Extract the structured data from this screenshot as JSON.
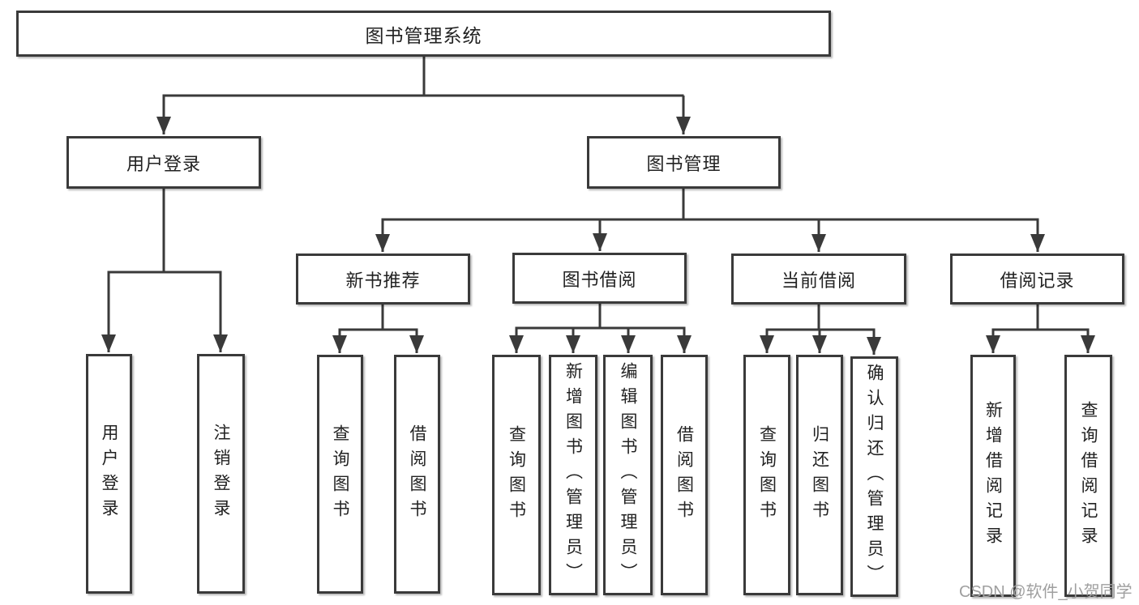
{
  "diagram": {
    "root": {
      "label": "图书管理系统"
    },
    "level2": [
      {
        "id": "user-login",
        "label": "用户登录"
      },
      {
        "id": "book-management",
        "label": "图书管理"
      }
    ],
    "level3": [
      {
        "id": "new-book-recommendation",
        "label": "新书推荐",
        "parent": "book-management"
      },
      {
        "id": "book-borrowing",
        "label": "图书借阅",
        "parent": "book-management"
      },
      {
        "id": "current-borrowing",
        "label": "当前借阅",
        "parent": "book-management"
      },
      {
        "id": "borrowing-records",
        "label": "借阅记录",
        "parent": "book-management"
      }
    ],
    "leaves": [
      {
        "label": "用户登录",
        "parent": "user-login"
      },
      {
        "label": "注销登录",
        "parent": "user-login"
      },
      {
        "label": "查询图书",
        "parent": "new-book-recommendation"
      },
      {
        "label": "借阅图书",
        "parent": "new-book-recommendation"
      },
      {
        "label": "查询图书",
        "parent": "book-borrowing"
      },
      {
        "label": "新增图书（管理员）",
        "parent": "book-borrowing"
      },
      {
        "label": "编辑图书（管理员）",
        "parent": "book-borrowing"
      },
      {
        "label": "借阅图书",
        "parent": "book-borrowing"
      },
      {
        "label": "查询图书",
        "parent": "current-borrowing"
      },
      {
        "label": "归还图书",
        "parent": "current-borrowing"
      },
      {
        "label": "确认归还（管理员）",
        "parent": "current-borrowing"
      },
      {
        "label": "新增借阅记录",
        "parent": "borrowing-records"
      },
      {
        "label": "查询借阅记录",
        "parent": "borrowing-records"
      }
    ]
  },
  "watermark": {
    "text": "CSDN @软件_小贺同学"
  },
  "colors": {
    "line": "#3a3a3a",
    "box_border": "#3a3a3a",
    "box_fill": "#ffffff",
    "text": "#222222",
    "watermark": "#9f9f9f",
    "background": "#ffffff"
  }
}
